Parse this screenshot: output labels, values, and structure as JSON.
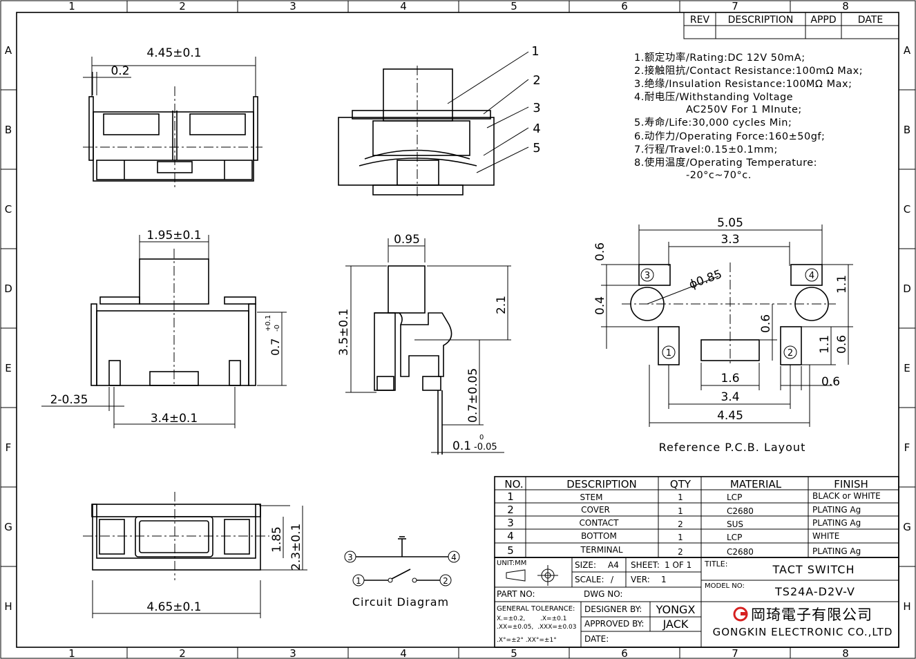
{
  "border": {
    "columns": [
      "1",
      "2",
      "3",
      "4",
      "5",
      "6",
      "7",
      "8"
    ],
    "rows": [
      "A",
      "B",
      "C",
      "D",
      "E",
      "F",
      "G",
      "H"
    ]
  },
  "revision_block": {
    "rev": "REV",
    "description": "DESCRIPTION",
    "appd": "APPD",
    "date": "DATE"
  },
  "specs": [
    "1.额定功率/Rating:DC 12V 50mA;",
    "2.接触阻抗/Contact Resistance:100mΩ Max;",
    "3.绝缘/Insulation Resistance:100MΩ Max;",
    "4.耐电压/Withstanding Voltage",
    "AC250V For 1 MInute;",
    "5.寿命/Life:30,000 cycles Min;",
    "6.动作力/Operating Force:160±50gf;",
    "7.行程/Travel:0.15±0.1mm;",
    "8.使用温度/Operating Temperature:",
    "-20°c~70°c."
  ],
  "dimensions": {
    "top_width": "4.45±0.1",
    "top_pin": "0.2",
    "front_stem": "1.95±0.1",
    "front_height": "0.7",
    "front_tol_plus": "+0.1",
    "front_tol_minus": "-0",
    "front_pin": "2-0.35",
    "front_pitch": "3.4±0.1",
    "side_stem": "0.95",
    "side_height": "3.5±0.1",
    "side_stem_h": "2.1",
    "side_body": "0.7±0.05",
    "side_lead": "0.1",
    "side_lead_sup": "0",
    "side_lead_sub": "-0.05",
    "bottom_h1": "1.85",
    "bottom_h2": "2.3±0.1",
    "bottom_width": "4.65±0.1",
    "part_callouts": [
      "1",
      "2",
      "3",
      "4",
      "5"
    ]
  },
  "pcb": {
    "title": "Reference P.C.B. Layout",
    "dims": {
      "w505": "5.05",
      "w33": "3.3",
      "h06a": "0.6",
      "h04": "0.4",
      "hole": "ϕ0.85",
      "h11a": "1.1",
      "h06b": "0.6",
      "h11b": "1.1",
      "h06c": "0.6",
      "w16": "1.6",
      "w06": "0.6",
      "w34": "3.4",
      "w445": "4.45"
    },
    "pads": [
      "1",
      "2",
      "3",
      "4"
    ]
  },
  "circuit": {
    "title": "Circuit Diagram",
    "nodes": [
      "1",
      "2",
      "3",
      "4"
    ]
  },
  "bom": {
    "headers": [
      "NO.",
      "DESCRIPTION",
      "QTY",
      "MATERIAL",
      "FINISH"
    ],
    "rows": [
      [
        "1",
        "STEM",
        "1",
        "LCP",
        "BLACK or WHITE"
      ],
      [
        "2",
        "COVER",
        "1",
        "C2680",
        "PLATING Ag"
      ],
      [
        "3",
        "CONTACT",
        "2",
        "SUS",
        "PLATING Ag"
      ],
      [
        "4",
        "BOTTOM",
        "1",
        "LCP",
        "WHITE"
      ],
      [
        "5",
        "TERMINAL",
        "2",
        "C2680",
        "PLATING Ag"
      ]
    ]
  },
  "title_block": {
    "unit_label": "UNIT:MM",
    "size_label": "SIZE:",
    "size": "A4",
    "sheet_label": "SHEET:",
    "sheet": "1 OF 1",
    "scale_label": "SCALE:",
    "scale": "/",
    "ver_label": "VER:",
    "ver": "1",
    "part_no_label": "PART NO:",
    "dwg_no_label": "DWG NO:",
    "title_label": "TITLE:",
    "title": "TACT SWITCH",
    "model_label": "MODEL NO:",
    "model": "TS24A-D2V-V",
    "tolerance_label": "GENERAL TOLERANCE:",
    "tol_1": "X.=±0.2,",
    "tol_2": ".X=±0.1",
    "tol_3": ".XX=±0.05,",
    "tol_4": ".XXX=±0.03",
    "tol_5": ".X°=±2°  .XX°=±1°",
    "designer_label": "DESIGNER BY:",
    "designer": "YONGX",
    "approved_label": "APPROVED BY:",
    "approved": "JACK",
    "date_label": "DATE:",
    "company_cn": "岡琦電子有限公司",
    "company_en": "GONGKIN ELECTRONIC CO.,LTD",
    "logo_color": "#d62020"
  }
}
